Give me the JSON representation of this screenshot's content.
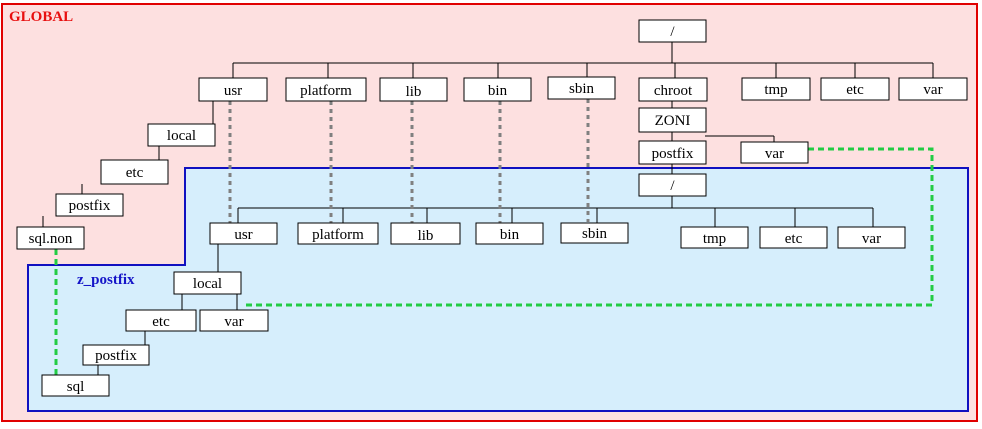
{
  "global_label": "GLOBAL",
  "zone_label": "z_postfix",
  "colors": {
    "global_border": "#e00000",
    "global_fill": "#fde0e0",
    "zone_border": "#1010c0",
    "zone_fill": "#d6eefc",
    "mount_line": "#808080",
    "link_line": "#22cc44"
  },
  "global_tree": {
    "root": "/",
    "top_dirs": [
      "usr",
      "platform",
      "lib",
      "bin",
      "sbin",
      "chroot",
      "tmp",
      "etc",
      "var"
    ],
    "usr_chain": [
      "local",
      "etc",
      "postfix",
      "sql.non"
    ],
    "chroot_chain": [
      "ZONI",
      "postfix",
      "var"
    ]
  },
  "zone_tree": {
    "root": "/",
    "dirs": [
      "usr",
      "platform",
      "lib",
      "bin",
      "sbin",
      "tmp",
      "etc",
      "var"
    ],
    "usr_chain": [
      "local",
      "var",
      "etc",
      "postfix",
      "sql"
    ]
  }
}
